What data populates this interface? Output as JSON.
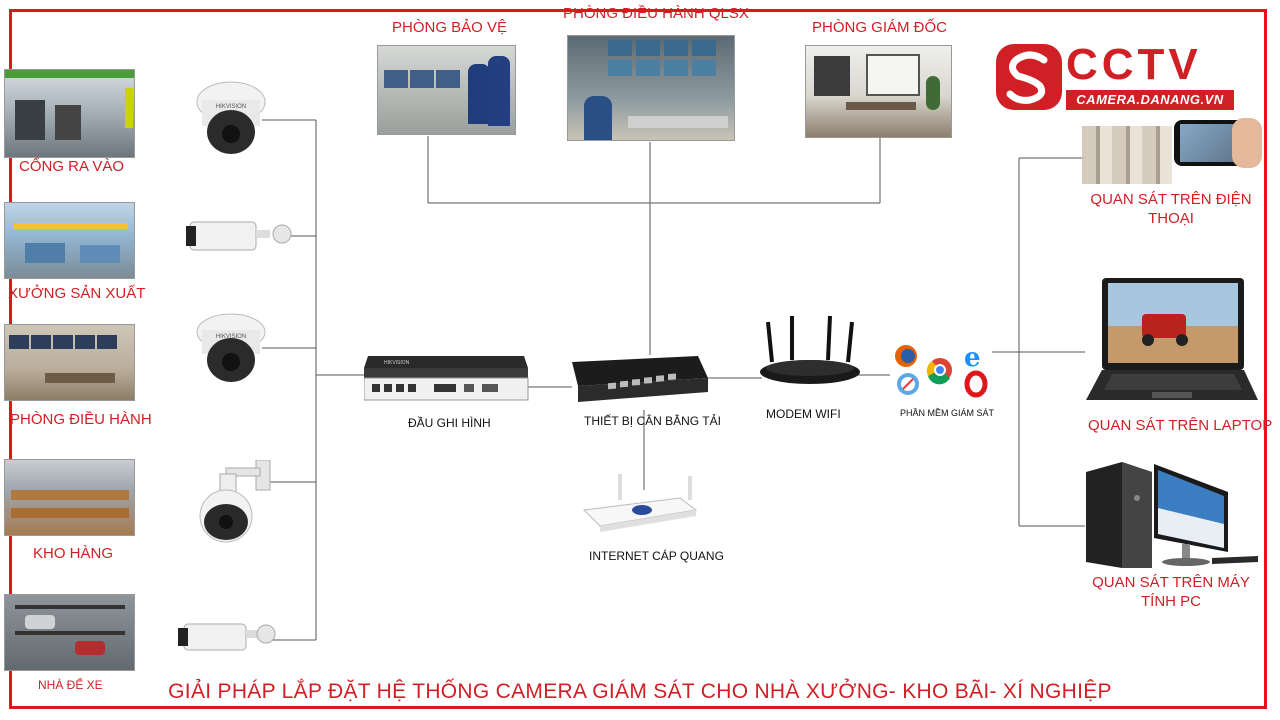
{
  "title": "GIẢI PHÁP LẮP ĐẶT HỆ THỐNG CAMERA GIÁM SÁT CHO NHÀ XƯỞNG- KHO BÃI- XÍ NGHIỆP",
  "logo": {
    "brand": "CCTV",
    "site": "CAMERA.DANANG.VN"
  },
  "locations": [
    {
      "label": "CỔNG RA VÀO"
    },
    {
      "label": "XƯỞNG SẢN XUẤT"
    },
    {
      "label": "PHÒNG ĐIỀU HÀNH"
    },
    {
      "label": "KHO HÀNG"
    },
    {
      "label": "NHÀ ĐỂ XE"
    }
  ],
  "top_rooms": [
    {
      "label": "PHÒNG BẢO VỆ"
    },
    {
      "label": "PHÒNG ĐIỀU HÀNH QLSX"
    },
    {
      "label": "PHÒNG GIÁM ĐỐC"
    }
  ],
  "devices": {
    "recorder": "ĐẦU GHI HÌNH",
    "load_balancer": "THIẾT BỊ CÂN BẰNG TẢI",
    "modem": "MODEM WIFI",
    "internet": "INTERNET CÁP QUANG",
    "software": "PHẦN MỀM GIÁM SÁT"
  },
  "outputs": [
    {
      "label": "QUAN SÁT TRÊN ĐIỆN THOẠI"
    },
    {
      "label": "QUAN SÁT TRÊN LAPTOP"
    },
    {
      "label": "QUAN SÁT TRÊN MÁY TÍNH PC"
    }
  ],
  "colors": {
    "accent": "#d01f25",
    "frame": "#e0161b"
  },
  "icons": [
    "dome-camera-icon",
    "bullet-camera-icon",
    "ptz-camera-icon",
    "nvr-icon",
    "router-icon",
    "wifi-modem-icon",
    "fiber-router-icon",
    "firefox-icon",
    "chrome-icon",
    "ie-icon",
    "safari-icon",
    "opera-icon",
    "phone-icon",
    "laptop-icon",
    "desktop-pc-icon"
  ]
}
